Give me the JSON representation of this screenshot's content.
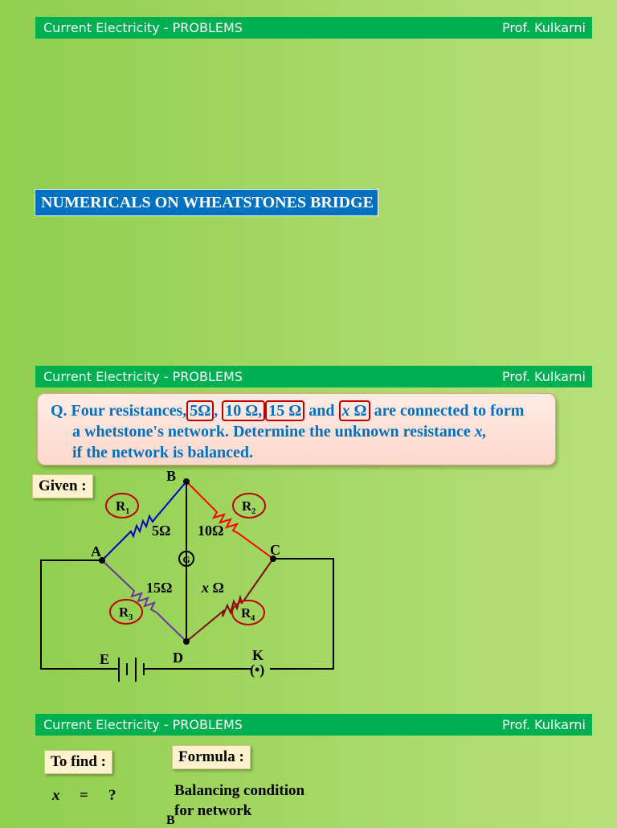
{
  "header": {
    "left": "Current Electricity - PROBLEMS",
    "right": "Prof. Kulkarni"
  },
  "slide1": {
    "title": "NUMERICALS ON WHEATSTONES BRIDGE"
  },
  "slide2": {
    "question": {
      "prefix": "Q. Four resistances,",
      "r1": "5Ω",
      "sep1": ",",
      "r2": "10 Ω,",
      "r3": "15 Ω",
      "and": "and",
      "r4_var": "x",
      "r4_unit": "Ω",
      "rest1": "are connected to form",
      "line2a": "a whetstone's network. Determine the unknown resistance",
      "line2b": "x,",
      "line3": "if the network is balanced."
    },
    "given_label": "Given :",
    "circuit": {
      "node_a": "A",
      "node_b": "B",
      "node_c": "C",
      "node_d": "D",
      "battery": "E",
      "key": "K",
      "key_symbol": "(•)",
      "r1": "R",
      "r1_sub": "1",
      "r2": "R",
      "r2_sub": "2",
      "r3": "R",
      "r3_sub": "3",
      "r4": "R",
      "r4_sub": "4",
      "v1": "5Ω",
      "v2": "10Ω",
      "v3": "15Ω",
      "v4_var": "x",
      "v4_unit": " Ω",
      "galvanometer": "G"
    }
  },
  "slide3": {
    "to_find_label": "To find :",
    "to_find_var": "x",
    "to_find_eq": "=",
    "to_find_q": "?",
    "formula_label": "Formula :",
    "formula_desc_1": "Balancing condition",
    "formula_desc_2": "for network",
    "partial_letter": "B"
  }
}
